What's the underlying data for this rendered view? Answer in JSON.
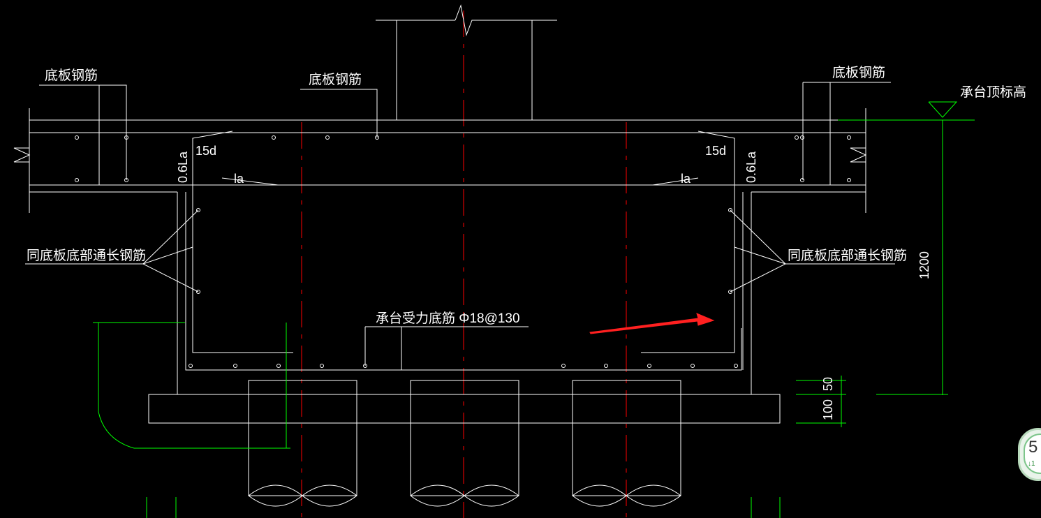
{
  "drawing": {
    "labels": {
      "slab_rebar_left": "底板钢筋",
      "slab_rebar_center": "底板钢筋",
      "slab_rebar_right": "底板钢筋",
      "cap_top_elevation": "承台顶标高",
      "same_as_slab_left": "同底板底部通长钢筋",
      "same_as_slab_right": "同底板底部通长钢筋",
      "cap_bottom_rebar": "承台受力底筋 Φ18@130",
      "hook_left": "15d",
      "hook_right": "15d",
      "anchor_left": "0.6La",
      "anchor_right": "0.6La",
      "la_left": "la",
      "la_right": "la",
      "dim_total": "1200",
      "dim_50": "50",
      "dim_100": "100"
    },
    "colors": {
      "background": "#000000",
      "lines": "#ffffff",
      "dimensions": "#00ff00",
      "centerlines": "#ff0000",
      "arrow": "#ff2020"
    }
  },
  "badge": {
    "value": "5",
    "sub": "↓1"
  }
}
